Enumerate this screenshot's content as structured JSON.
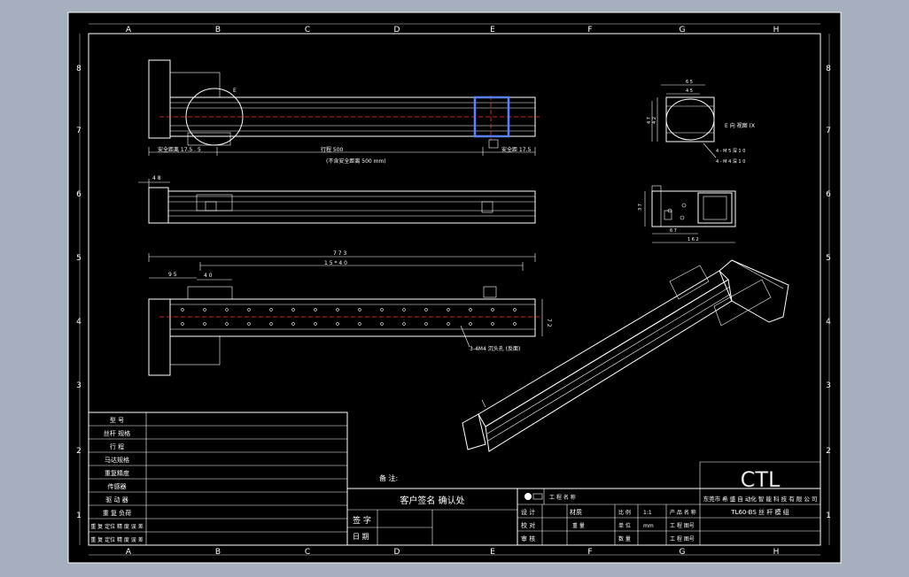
{
  "zones": {
    "cols": [
      "A",
      "B",
      "C",
      "D",
      "E",
      "F",
      "G",
      "H"
    ],
    "rows": [
      "8",
      "7",
      "6",
      "5",
      "4",
      "3",
      "2",
      "1"
    ]
  },
  "dims": {
    "left_margin": "安全距离 17.5 . 5",
    "travel": "行程 500",
    "right_margin": "安全距 17.5",
    "total_note": "(不含安全距离 500 mm)",
    "side_48": "4 8",
    "total_len": "7 7 3",
    "pitch_span": "1 5 * 4 0",
    "p95": "9 5",
    "p40": "4 0",
    "height_72": "7 2",
    "hole_note": "3-4M4 沉头孔 (反面)",
    "e_mark": "E"
  },
  "section": {
    "d65": "6 5",
    "d45": "4 5",
    "h42": "4 2",
    "h47": "4 7",
    "note_view": "E 向 视图 (X",
    "callout_1": "4 - M 5 深 1 0",
    "callout_2": "4 - M 4 深 1 0"
  },
  "endview": {
    "h37": "3 7",
    "w67": "6 7",
    "w162": "1 6 2"
  },
  "params": {
    "labels": [
      "型 号",
      "丝杆 规格",
      "行 程",
      "马达规格",
      "重复精度",
      "传感器",
      "驱 动 器",
      "重 复 负荷",
      "重 复 定位 精 度 误 差",
      "重 复 定位 精 度 误 差"
    ]
  },
  "title_block": {
    "remarks": "备 注:",
    "customer_sign": "客户签名 确认处",
    "sign_label": "签 字",
    "date_label": "日 期",
    "project_name": "工 程 名 称",
    "logo_text": "CTL",
    "company": "东莞市 希 盛 自 动化 智 能 科 技 有 限 公 司",
    "product_model": "TL60-BS 丝 杆 模 组",
    "design": "设 计",
    "material": "材质",
    "scale_label": "比 例",
    "scale_value": "1:1",
    "product_name": "产 品 名 称",
    "check": "校 对",
    "weight": "重 量",
    "unit_label": "单 位",
    "drawing_no": "工 程 图号",
    "approve": "审 核",
    "mm": "mm",
    "qty": "数 量"
  }
}
